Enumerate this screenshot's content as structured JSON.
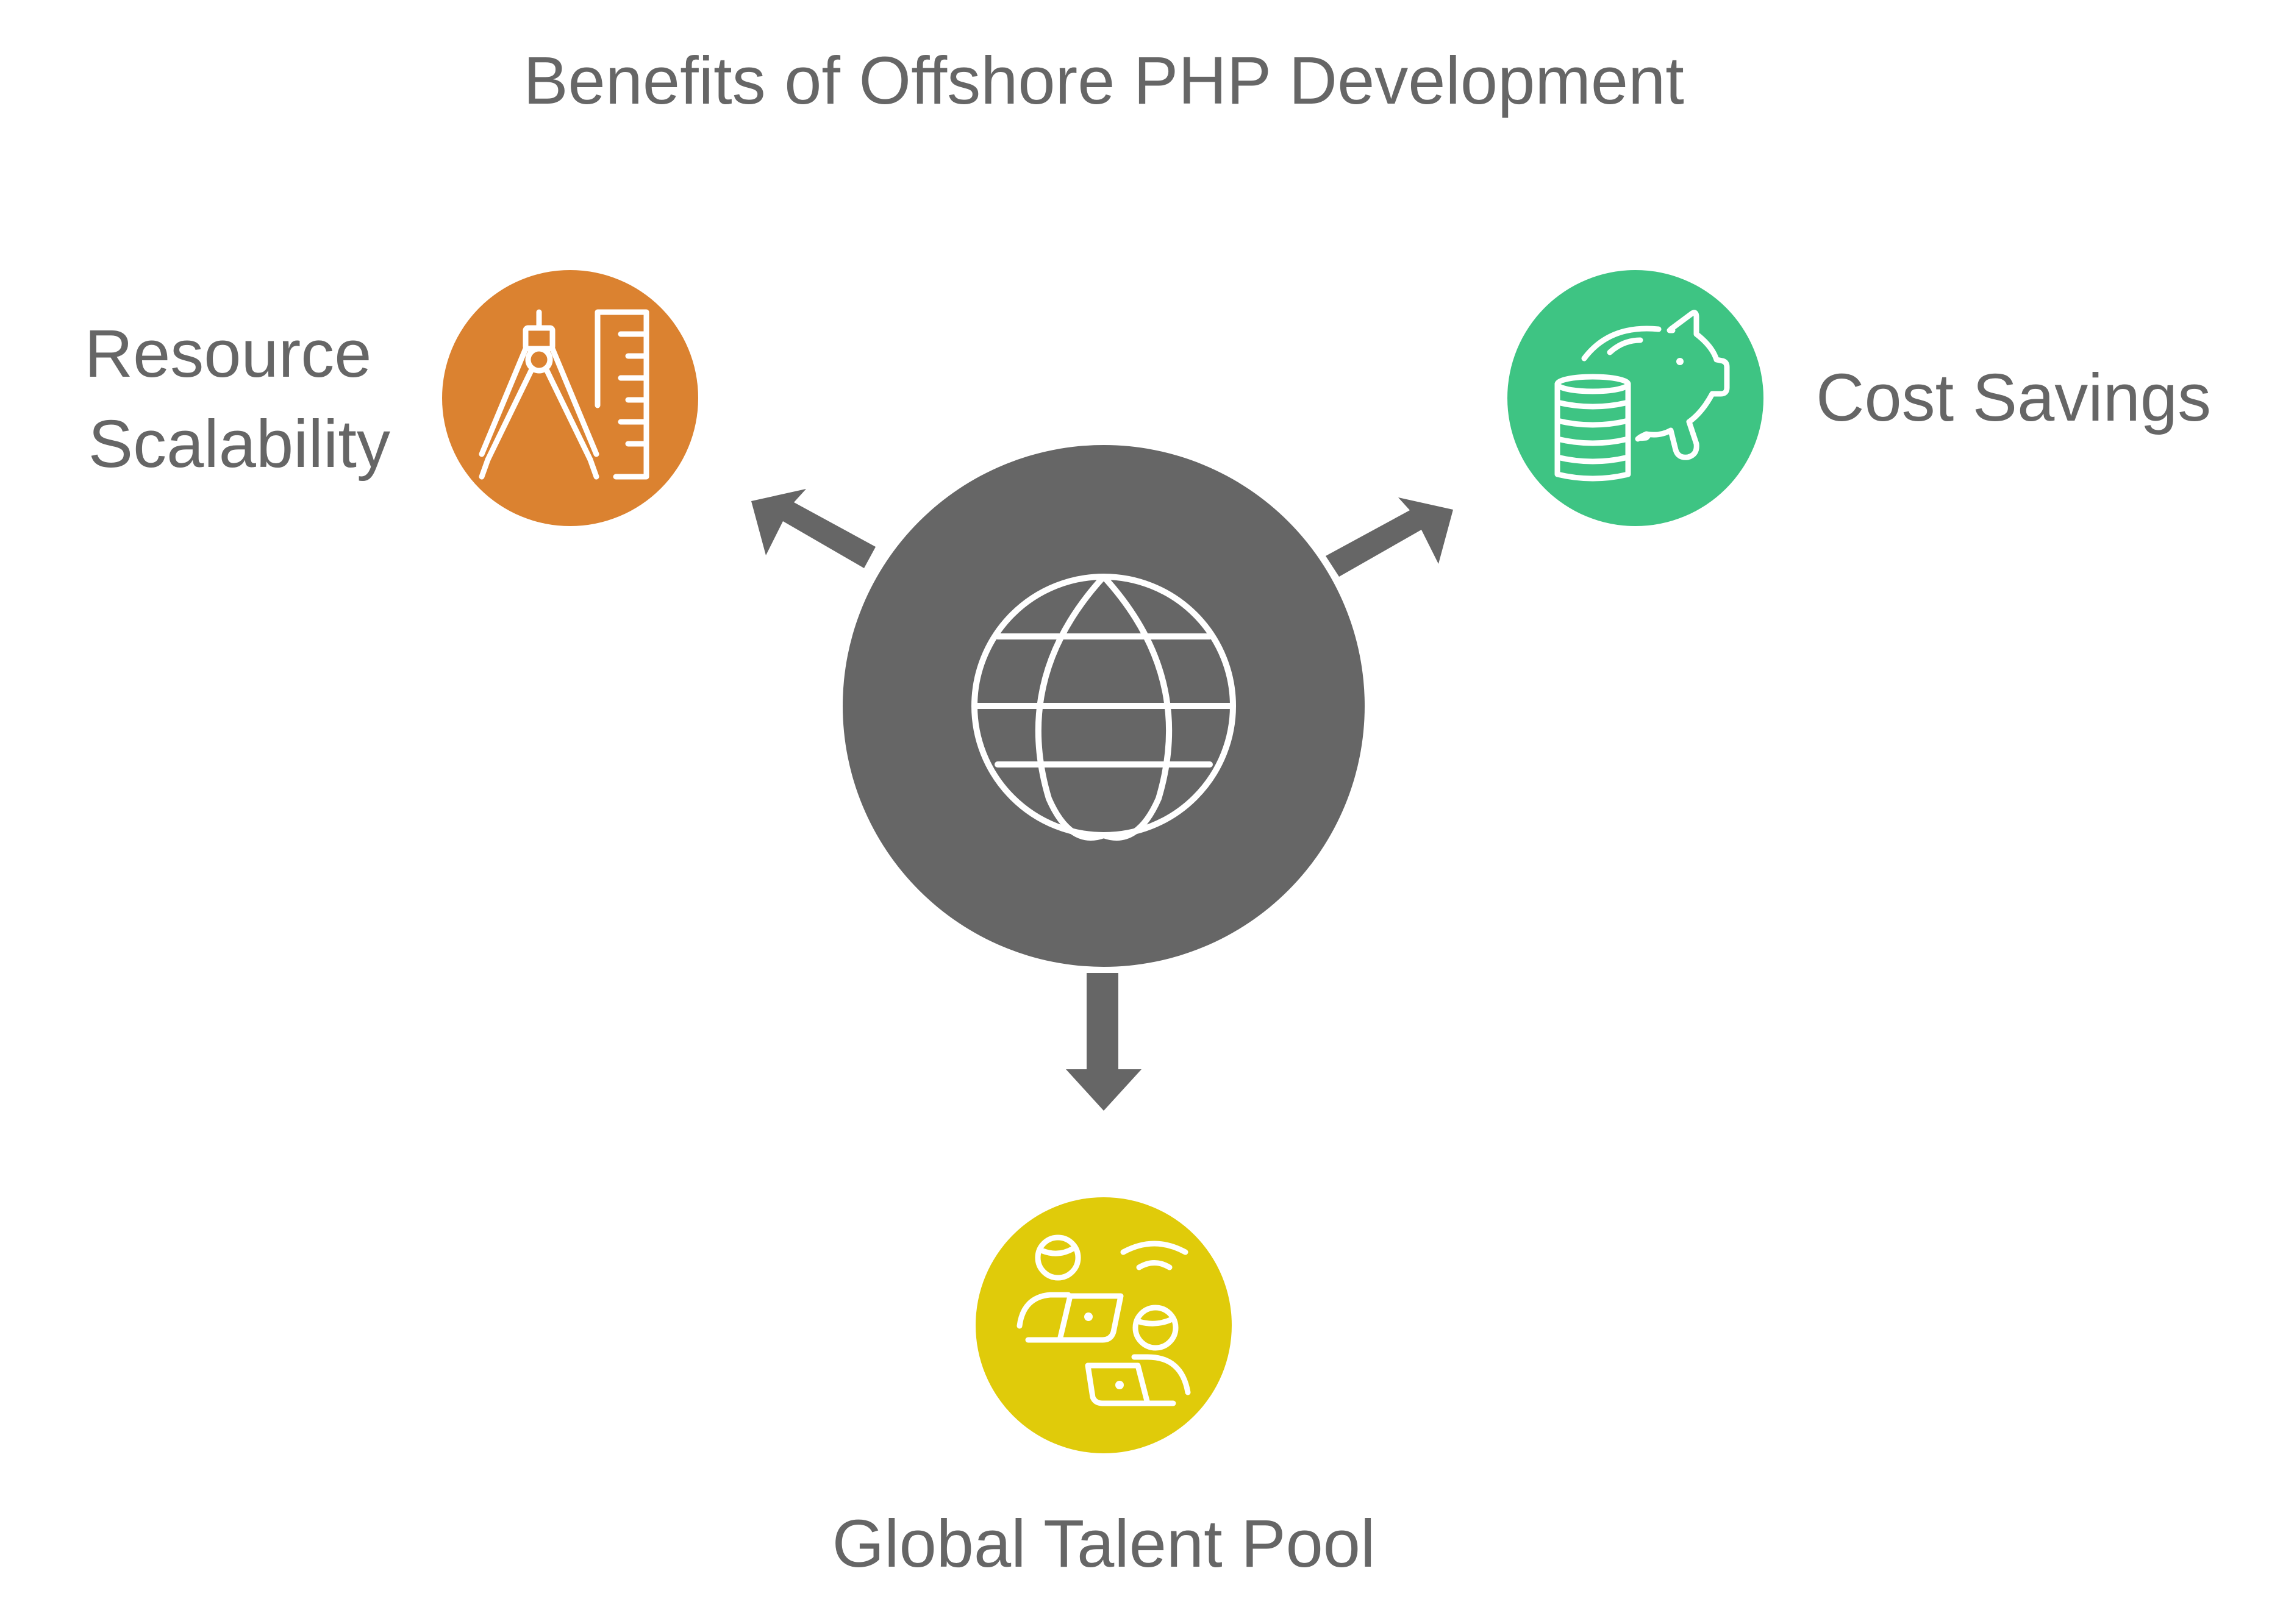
{
  "title": "Benefits of Offshore PHP Development",
  "center": {
    "icon": "globe-icon",
    "color": "#666666"
  },
  "nodes": [
    {
      "id": "resource-scalability",
      "label_lines": [
        "Resource",
        "Scalability"
      ],
      "icon": "drafting-tools-icon",
      "color": "#DB8230"
    },
    {
      "id": "cost-savings",
      "label": "Cost Savings",
      "icon": "piggy-bank-coins-icon",
      "color": "#3EC483"
    },
    {
      "id": "global-talent-pool",
      "label": "Global Talent Pool",
      "icon": "remote-team-icon",
      "color": "#E0CB0A"
    }
  ],
  "colors": {
    "text": "#666666",
    "arrow": "#666666",
    "icon_stroke": "#ffffff"
  }
}
